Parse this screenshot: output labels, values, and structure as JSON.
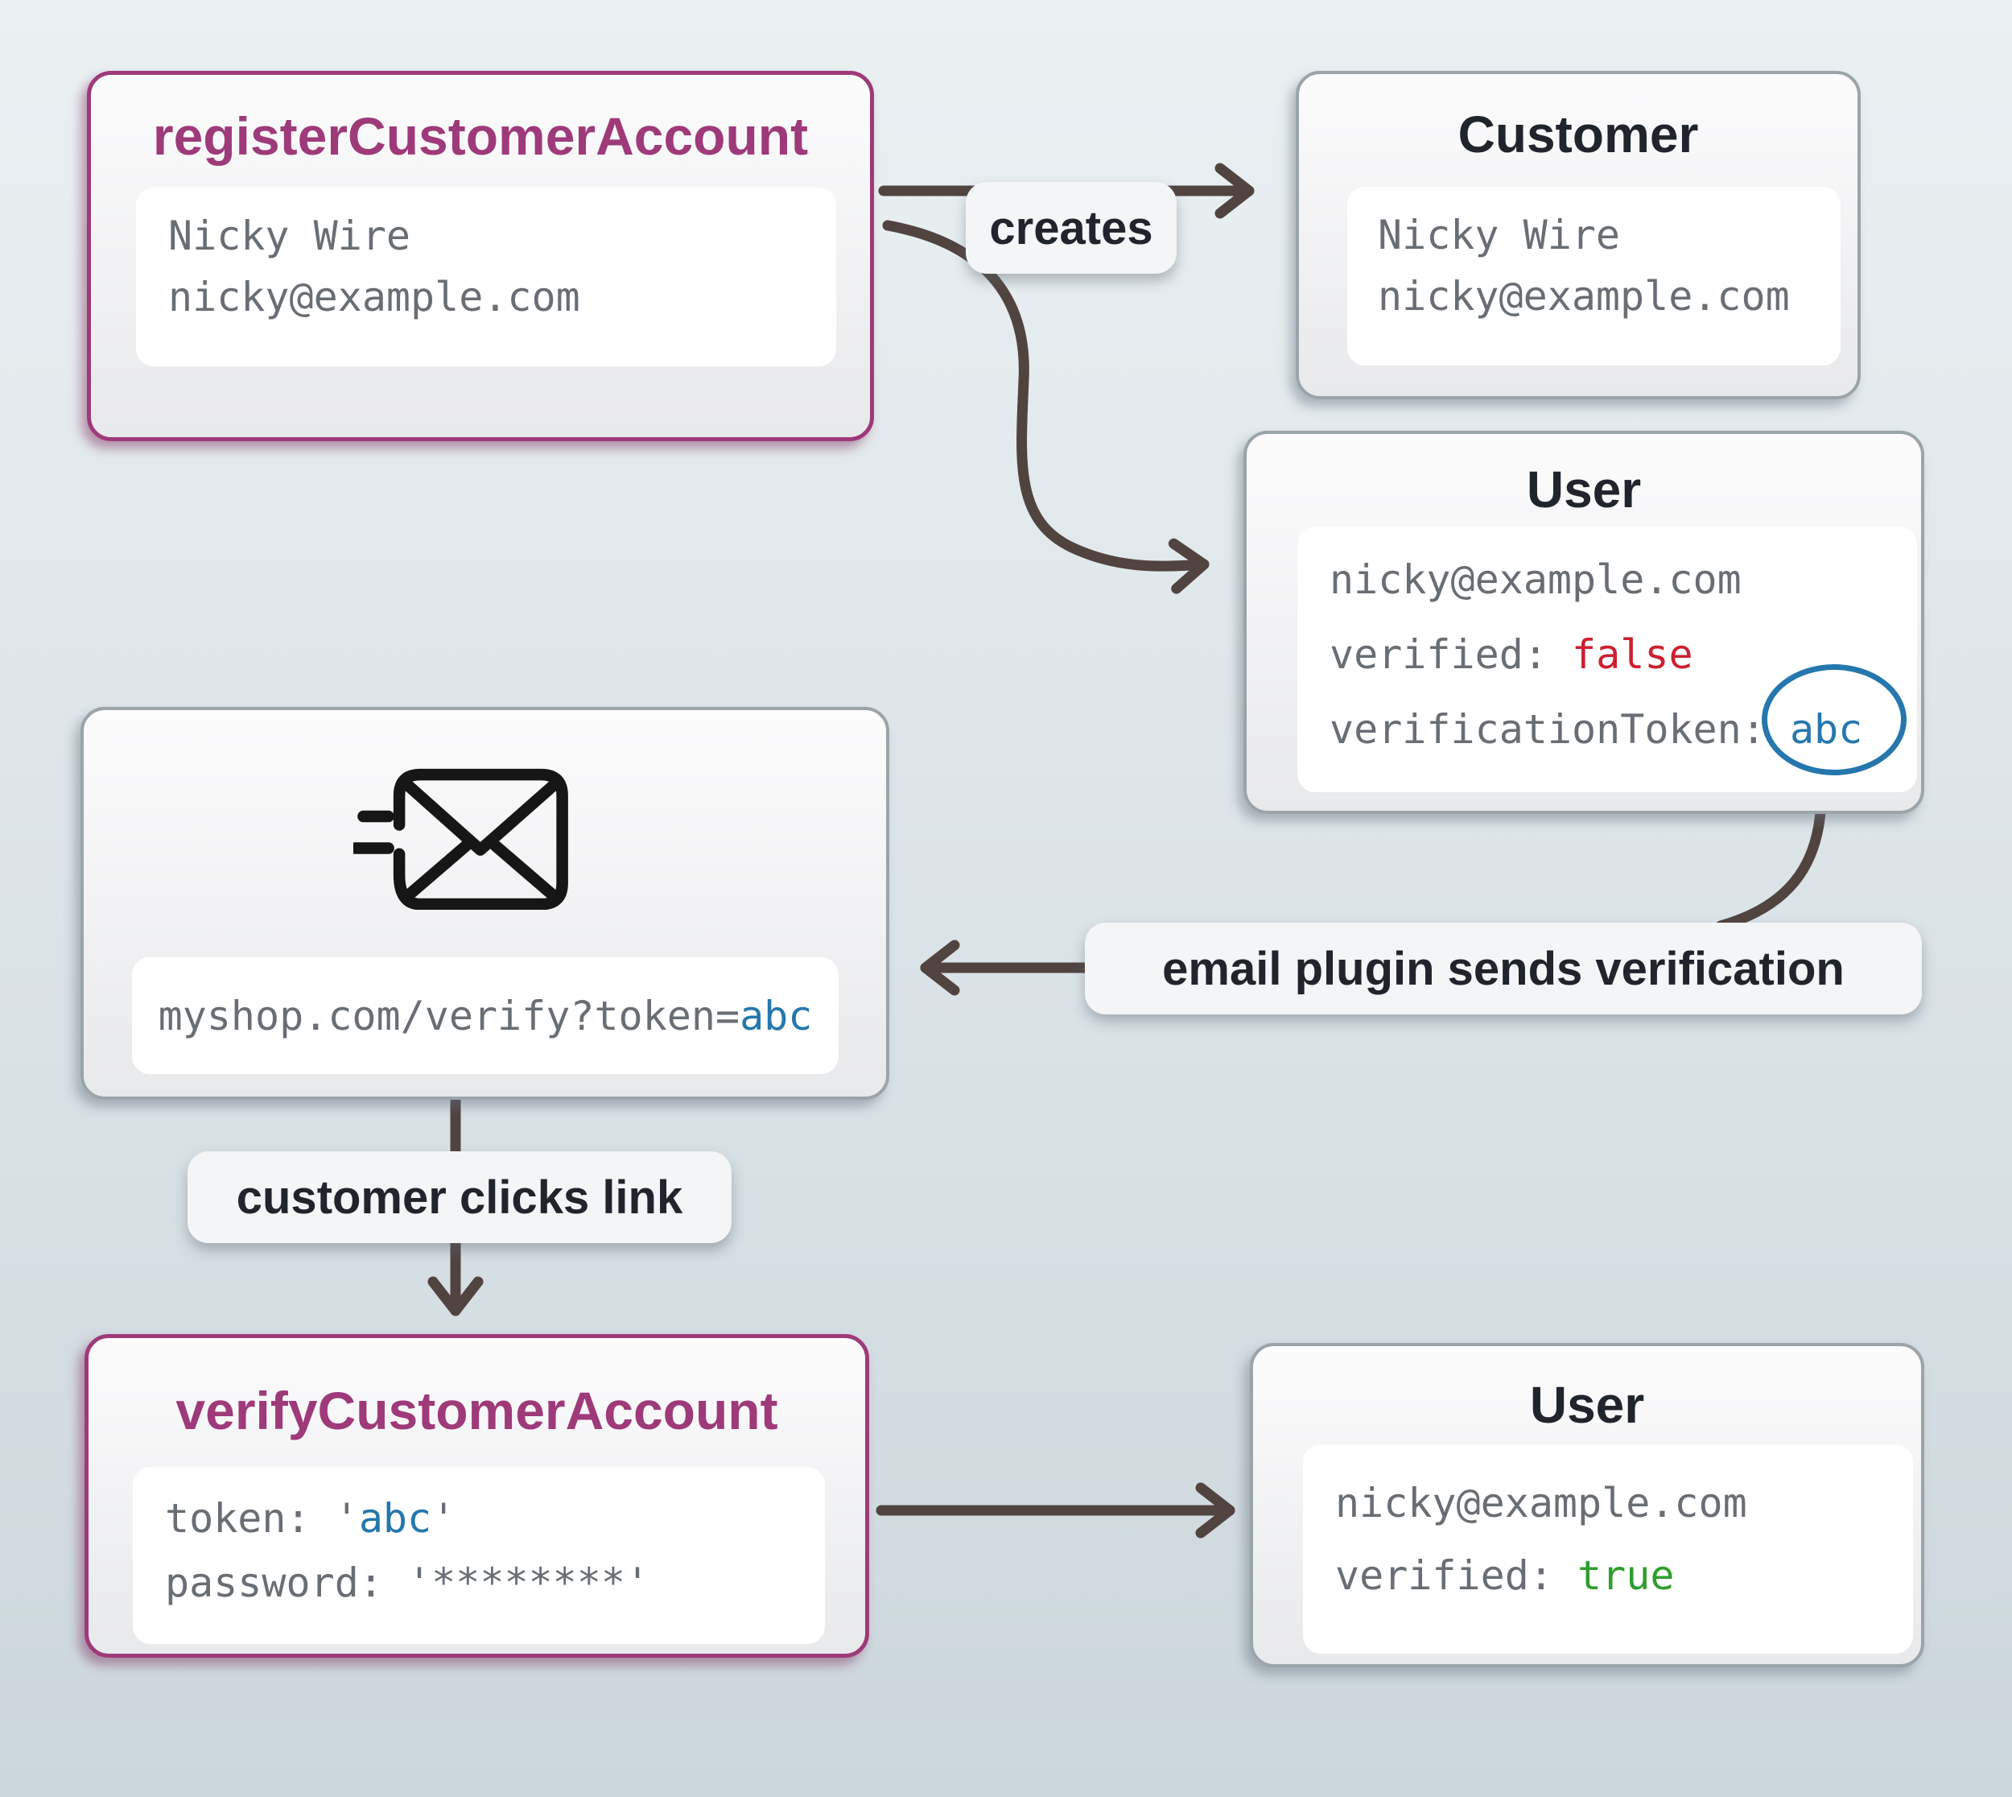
{
  "palette": {
    "page_top": "#ebf1f3",
    "page_mid": "#dde5e9",
    "page_bottom": "#ccd7dd",
    "box_top": "#fcfcfd",
    "box_bottom": "#e8e9eb",
    "white": "#ffffff",
    "gray_border": "#9aa4a9",
    "purple": "#9e3a7a",
    "ink": "#20242c",
    "mono_gray": "#686e74",
    "red": "#cc2030",
    "green": "#2f9e2f",
    "blue": "#2577ad",
    "arrow": "#514440",
    "label_bg": "#f3f5f6"
  },
  "nodes": {
    "register": {
      "title": "registerCustomerAccount",
      "name": "Nicky Wire",
      "email": "nicky@example.com"
    },
    "customer": {
      "title": "Customer",
      "name": "Nicky Wire",
      "email": "nicky@example.com"
    },
    "user_unverified": {
      "title": "User",
      "email": "nicky@example.com",
      "verified_label": "verified: ",
      "verified_value": "false",
      "token_label": "verificationToken: ",
      "token_value": "abc"
    },
    "email_message": {
      "icon": "mail-send-icon",
      "url_prefix": "myshop.com/verify?token=",
      "url_token": "abc"
    },
    "verify": {
      "title": "verifyCustomerAccount",
      "token_label": "token: ",
      "token_open_quote": "'",
      "token_value": "abc",
      "token_close_quote": "'",
      "password_label": "password: ",
      "password_value": "'********'"
    },
    "user_verified": {
      "title": "User",
      "email": "nicky@example.com",
      "verified_label": "verified: ",
      "verified_value": "true"
    }
  },
  "labels": {
    "creates": "creates",
    "email_plugin": "email plugin sends verification",
    "customer_clicks": "customer clicks link"
  }
}
